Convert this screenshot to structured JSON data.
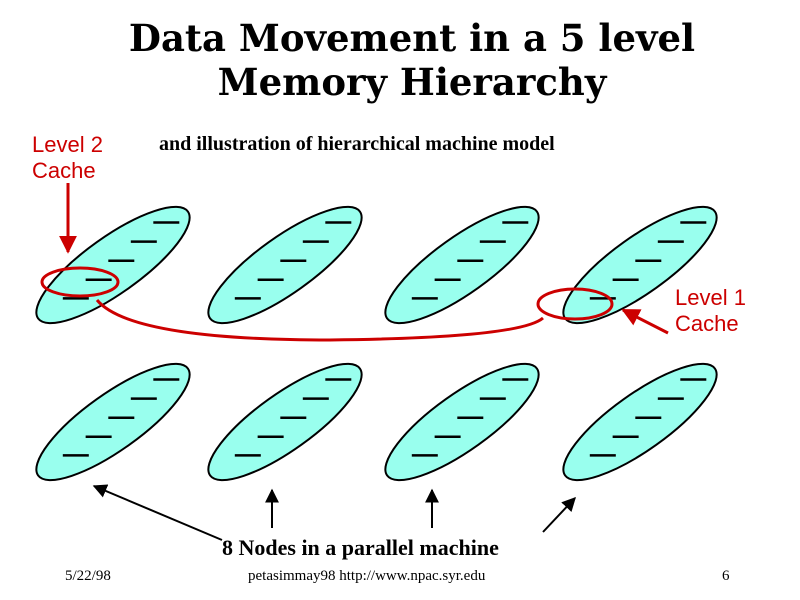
{
  "slide": {
    "title_line1": "Data Movement in a 5 level",
    "title_line2": "Memory Hierarchy",
    "subtitle": "and illustration of hierarchical machine model",
    "level2_label_line1": "Level 2",
    "level2_label_line2": "Cache",
    "level1_label_line1": "Level 1",
    "level1_label_line2": "Cache",
    "nodes_label": "8 Nodes in a parallel machine",
    "footer_date": "5/22/98",
    "footer_source": "petasimmay98   http://www.npac.syr.edu",
    "footer_page": "6"
  },
  "colors": {
    "node_fill": "#99ffee",
    "outline": "#000000",
    "highlight": "#cc0000"
  },
  "diagram": {
    "node_count": 8,
    "rows": 2,
    "columns": 4
  }
}
